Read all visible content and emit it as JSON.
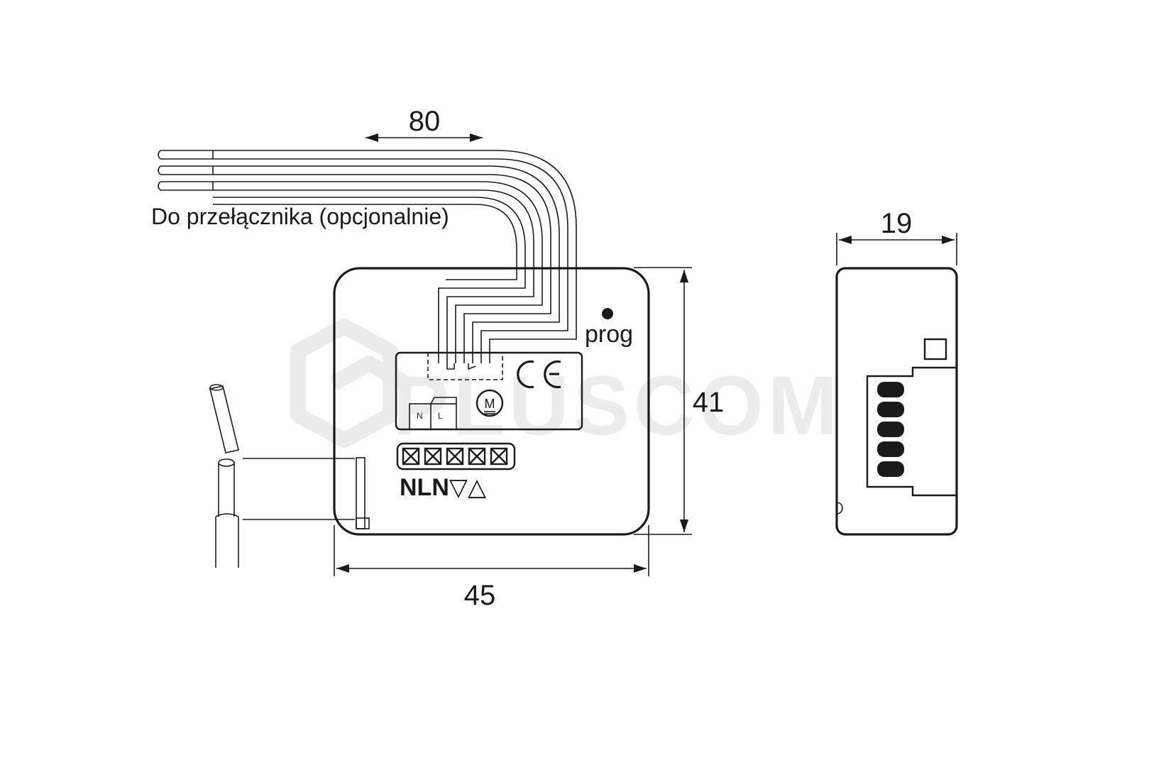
{
  "dimensions": {
    "cable_length": "80",
    "device_height": "41",
    "device_width": "45",
    "device_depth": "19"
  },
  "labels": {
    "wire_note": "Do przełącznika (opcjonalnie)",
    "prog": "prog",
    "ce_mark": "CE",
    "terminal_markings": "NLN▽△",
    "relay_n": "N",
    "relay_l": "L",
    "motor": "M"
  },
  "watermark": {
    "text": "PLUSCOM",
    "color": "#d9d9d9"
  },
  "colors": {
    "line": "#1a1a1a",
    "background": "#ffffff"
  }
}
